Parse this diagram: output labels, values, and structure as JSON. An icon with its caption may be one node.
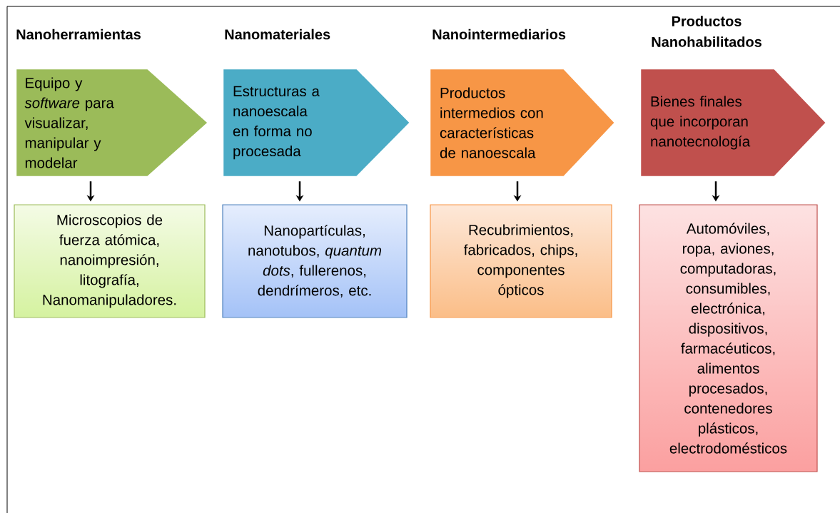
{
  "diagram": {
    "nodes": [
      {
        "text": [
          "Nanoherramientas",
          "Equipo y *software* para visualizar, manipular y modelar"
        ]
      },
      {
        "text": [
          "Nanomateriales",
          "Estructuras a nanoescala en forma no procesada"
        ]
      },
      {
        "text": [
          "Nanointermediarios",
          "Productos intermedios con características de nanoescala"
        ]
      },
      {
        "text": [
          "Productos Nanohabilitados",
          "Bienes finales que incorporan nanotecnología"
        ]
      },
      {
        "text": [
          "Microscopios de fuerza atómica, nanoimpresión, litografía, Nanomanipuladores."
        ]
      },
      {
        "text": [
          "Nanopartículas, nanotubos, *quantum dots*, fullerenos, dendrímeros, etc."
        ]
      },
      {
        "text": [
          "Recubrimientos, fabricados, chips, componentes ópticos"
        ]
      },
      {
        "text": [
          "Automóviles, ropa, aviones, computadoras, consumibles, electrónica, dispositivos, farmacéuticos, alimentos procesados, contenedores plásticos, electrodomésticos"
        ]
      }
    ],
    "edges": [
      {
        "from": 0,
        "to": 4,
        "arrow": "to"
      },
      {
        "from": 1,
        "to": 5,
        "arrow": "to"
      },
      {
        "from": 2,
        "to": 6,
        "arrow": "to"
      },
      {
        "from": 3,
        "to": 7,
        "arrow": "to"
      }
    ]
  }
}
